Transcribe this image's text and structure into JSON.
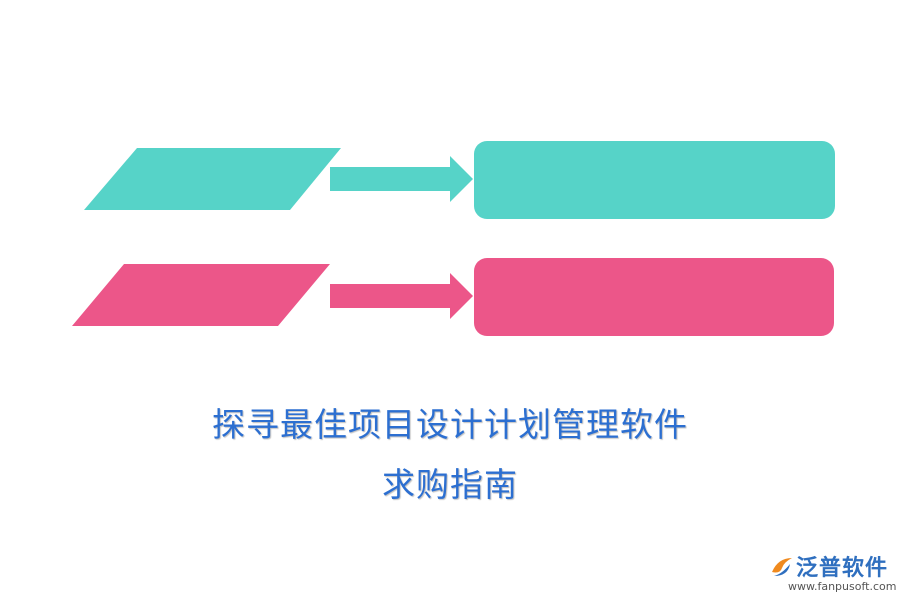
{
  "colors": {
    "teal": "#56d3c8",
    "pink": "#ec5689",
    "title": "#2c6fd1",
    "brand_blue": "#2f6fbf",
    "brand_orange": "#f08a1e"
  },
  "title": {
    "line1": "探寻最佳项目设计计划管理软件",
    "line2": "求购指南"
  },
  "logo": {
    "icon": "fanpu-logo-icon",
    "name": "泛普软件",
    "url": "www.fanpusoft.com"
  }
}
